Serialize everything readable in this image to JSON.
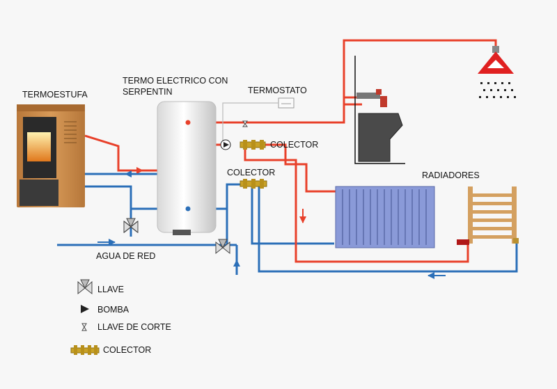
{
  "labels": {
    "termoestufa": "TERMOESTUFA",
    "termo": "TERMO ELECTRICO CON SERPENTIN",
    "termostato": "TERMOSTATO",
    "colector_top": "COLECTOR",
    "colector_mid": "COLECTOR",
    "radiadores": "RADIADORES",
    "agua_de_red": "AGUA DE RED"
  },
  "legend": {
    "llave": "LLAVE",
    "bomba": "BOMBA",
    "llave_de_corte": "LLAVE DE CORTE",
    "colector": "COLECTOR"
  },
  "colors": {
    "hot_pipe": "#e8402a",
    "cold_pipe": "#2b6fb8",
    "stove_body": "#c98a4a",
    "radiator_blue": "#8a9ad8",
    "towel_rail": "#d4a060",
    "brass": "#c9a227",
    "shower_red": "#e02020"
  },
  "icons": {
    "llave": "valve-icon",
    "bomba": "pump-icon",
    "llave_de_corte": "shutoff-valve-icon",
    "colector": "manifold-icon"
  }
}
